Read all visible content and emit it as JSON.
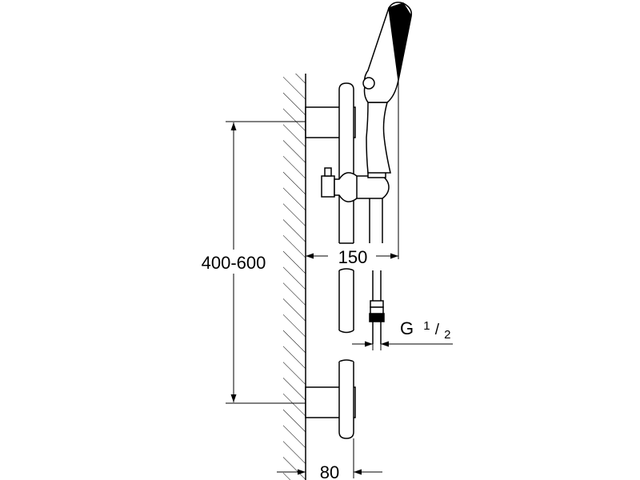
{
  "dimensions": {
    "height_range": "400-600",
    "arm_reach": "150",
    "connection_thread": "G",
    "thread_numerator": "1",
    "thread_denominator": "2",
    "wall_offset": "80"
  }
}
